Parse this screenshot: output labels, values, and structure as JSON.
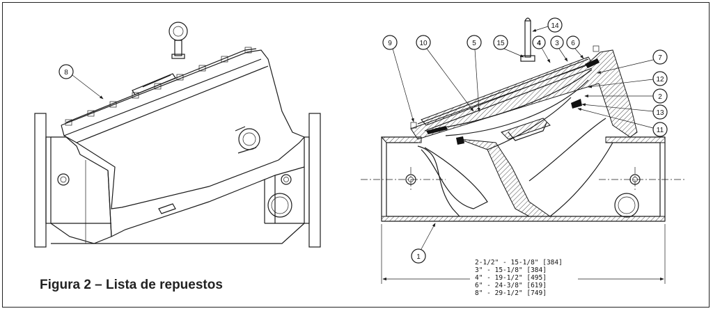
{
  "caption": "Figura 2 – Lista de repuestos",
  "callouts": {
    "c1": "1",
    "c2": "2",
    "c3": "3",
    "c4": "4",
    "c5": "5",
    "c6": "6",
    "c7": "7",
    "c8": "8",
    "c9": "9",
    "c10": "10",
    "c11": "11",
    "c12": "12",
    "c13": "13",
    "c14": "14",
    "c15": "15"
  },
  "dimensions": [
    "2-1/2\" - 15-1/8\" [384]",
    "3\" - 15-1/8\" [384]",
    "4\" - 19-1/2\" [495]",
    "6\" - 24-3/8\" [619]",
    "8\" - 29-1/2\" [749]"
  ]
}
